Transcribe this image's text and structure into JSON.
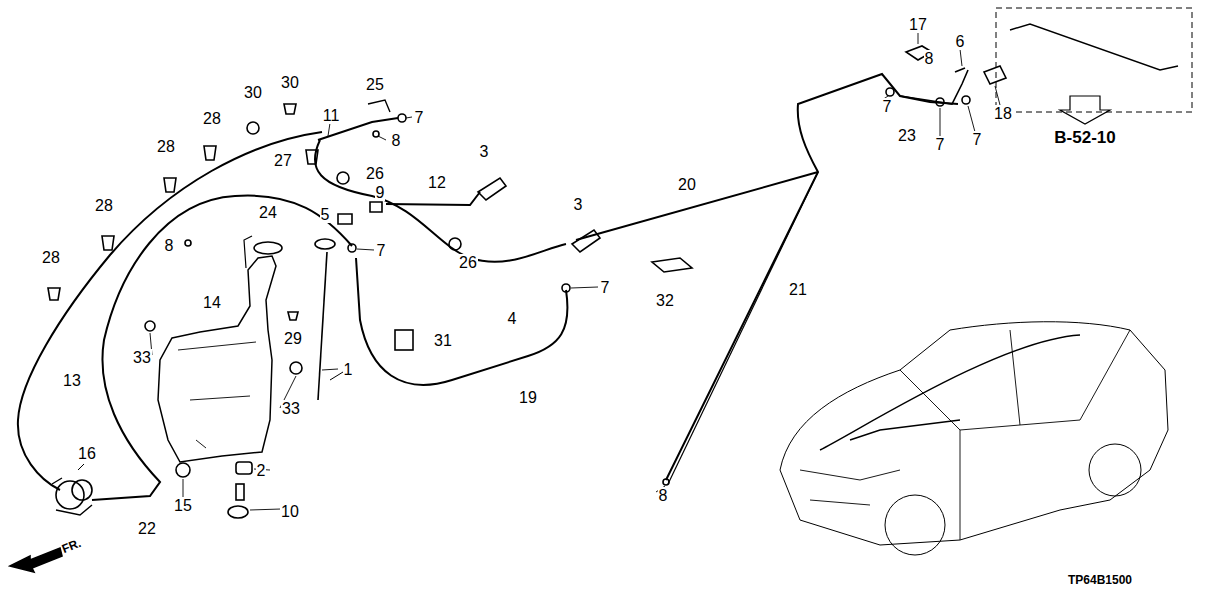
{
  "diagram": {
    "labels": [
      "17",
      "6",
      "8",
      "7",
      "23",
      "7",
      "7",
      "18",
      "B-52-10",
      "30",
      "30",
      "25",
      "11",
      "7",
      "8",
      "28",
      "28",
      "27",
      "26",
      "3",
      "9",
      "12",
      "28",
      "20",
      "5",
      "24",
      "8",
      "7",
      "3",
      "26",
      "28",
      "14",
      "29",
      "32",
      "7",
      "21",
      "4",
      "31",
      "1",
      "33",
      "33",
      "13",
      "19",
      "16",
      "2",
      "15",
      "10",
      "22",
      "8",
      "FR.",
      "TP64B1500"
    ]
  }
}
